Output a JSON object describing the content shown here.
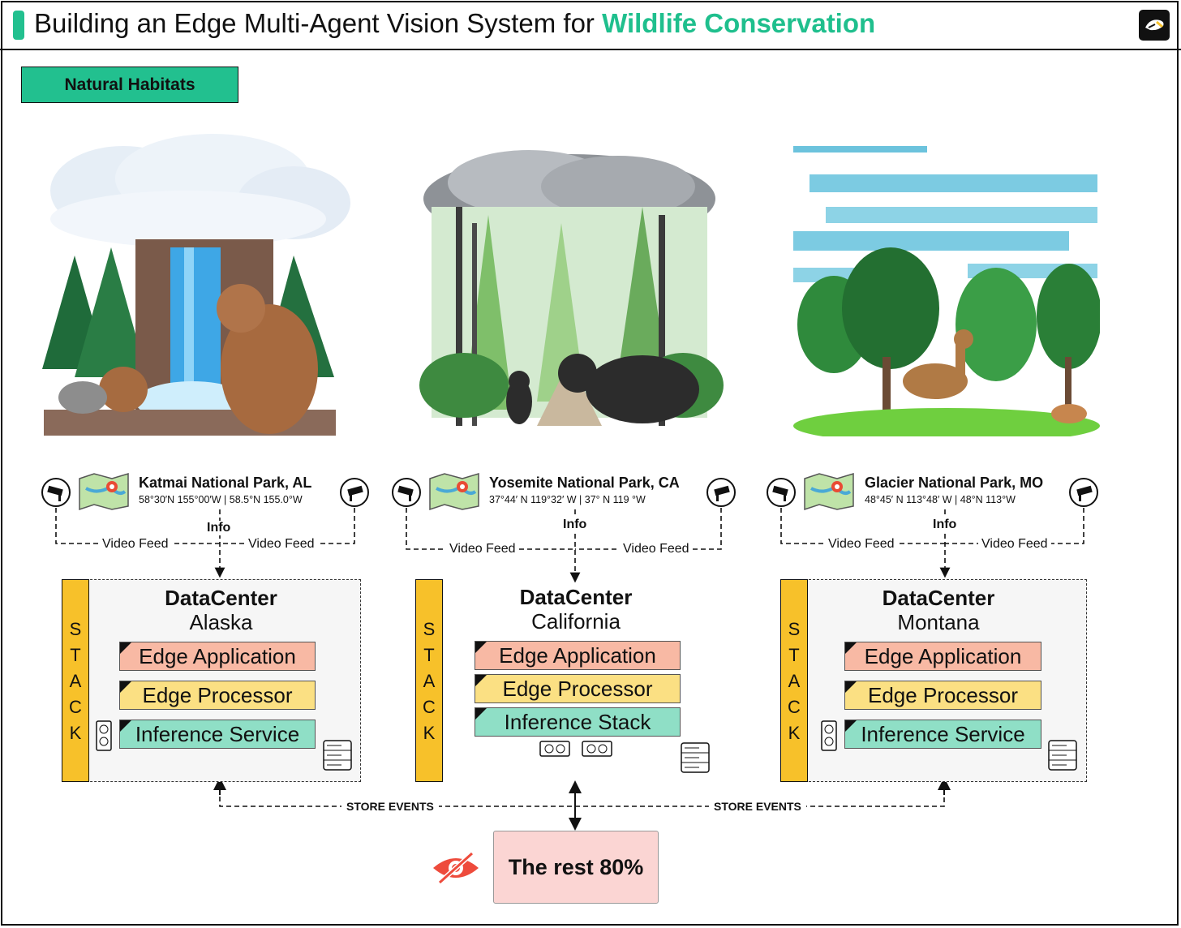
{
  "header": {
    "title_plain": "Building an Edge Multi-Agent Vision System for ",
    "title_highlight": "Wildlife Conservation",
    "logo_icon": "brand-logo-icon"
  },
  "section_tag": "Natural Habitats",
  "sites": [
    {
      "scene": "waterfall-bears-illustration",
      "location": "Katmai National Park, AL",
      "coords": "58°30′N 155°00′W | 58.5°N 155.0°W",
      "feed_left": "Video Feed",
      "feed_right": "Video Feed",
      "info": "Info",
      "dc_title": "DataCenter",
      "dc_region": "Alaska",
      "stack_letters": [
        "S",
        "T",
        "A",
        "C",
        "K"
      ],
      "layers": [
        "Edge Application",
        "Edge Processor",
        "Inference Service"
      ]
    },
    {
      "scene": "forest-black-bears-illustration",
      "location": "Yosemite National Park, CA",
      "coords": "37°44′ N 119°32′ W | 37° N 119 °W",
      "feed_left": "Video Feed",
      "feed_right": "Video Feed",
      "info": "Info",
      "dc_title": "DataCenter",
      "dc_region": "California",
      "stack_letters": [
        "S",
        "T",
        "A",
        "C",
        "K"
      ],
      "layers": [
        "Edge Application",
        "Edge Processor",
        "Inference Stack"
      ]
    },
    {
      "scene": "meadow-deer-illustration",
      "location": "Glacier National Park, MO",
      "coords": "48°45′ N 113°48′ W | 48°N 113°W",
      "feed_left": "Video Feed",
      "feed_right": "Video Feed",
      "info": "Info",
      "dc_title": "DataCenter",
      "dc_region": "Montana",
      "stack_letters": [
        "S",
        "T",
        "A",
        "C",
        "K"
      ],
      "layers": [
        "Edge Application",
        "Edge Processor",
        "Inference Service"
      ]
    }
  ],
  "store_events_left": "STORE EVENTS",
  "store_events_right": "STORE EVENTS",
  "rest_label": "The rest 80%",
  "colors": {
    "accent": "#22c08f",
    "stack": "#f7c12a",
    "edge_application": "#f8b9a4",
    "edge_processor": "#fbe083",
    "inference": "#8fdfc6",
    "rest": "#fbd5d3",
    "hidden_icon": "#ee4b3c"
  }
}
